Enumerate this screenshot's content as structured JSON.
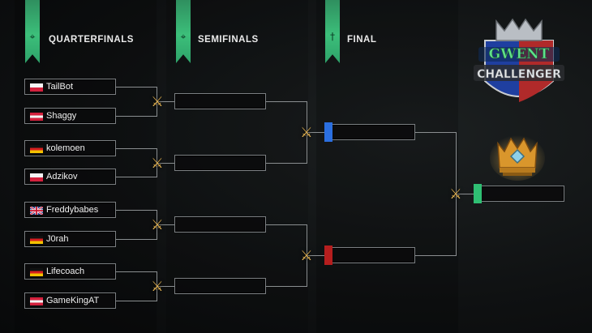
{
  "rounds": {
    "quarterfinals": "QUARTERFINALS",
    "semifinals": "SEMIFINALS",
    "final": "FINAL"
  },
  "banner_icons": {
    "quarterfinals": "crossbow-icon",
    "semifinals": "crossbow-icon",
    "final": "sword-icon"
  },
  "logo": {
    "line1": "GWENT",
    "line2": "CHALLENGER"
  },
  "quarterfinal_players": [
    {
      "name": "TailBot",
      "flag": "poland"
    },
    {
      "name": "Shaggy",
      "flag": "austria"
    },
    {
      "name": "kolemoen",
      "flag": "germany"
    },
    {
      "name": "Adzikov",
      "flag": "poland"
    },
    {
      "name": "Freddybabes",
      "flag": "united-kingdom"
    },
    {
      "name": "J0rah",
      "flag": "germany"
    },
    {
      "name": "Lifecoach",
      "flag": "germany"
    },
    {
      "name": "GameKingAT",
      "flag": "austria"
    }
  ],
  "semifinal_slots": [
    "",
    "",
    "",
    ""
  ],
  "final_slots": [
    "",
    ""
  ],
  "champion_slot": "",
  "colors": {
    "accent_green": "#3cbf7a",
    "final_top_tab": "#2b6fe0",
    "final_bottom_tab": "#b51e1e",
    "vs_gold": "#e3b250"
  }
}
